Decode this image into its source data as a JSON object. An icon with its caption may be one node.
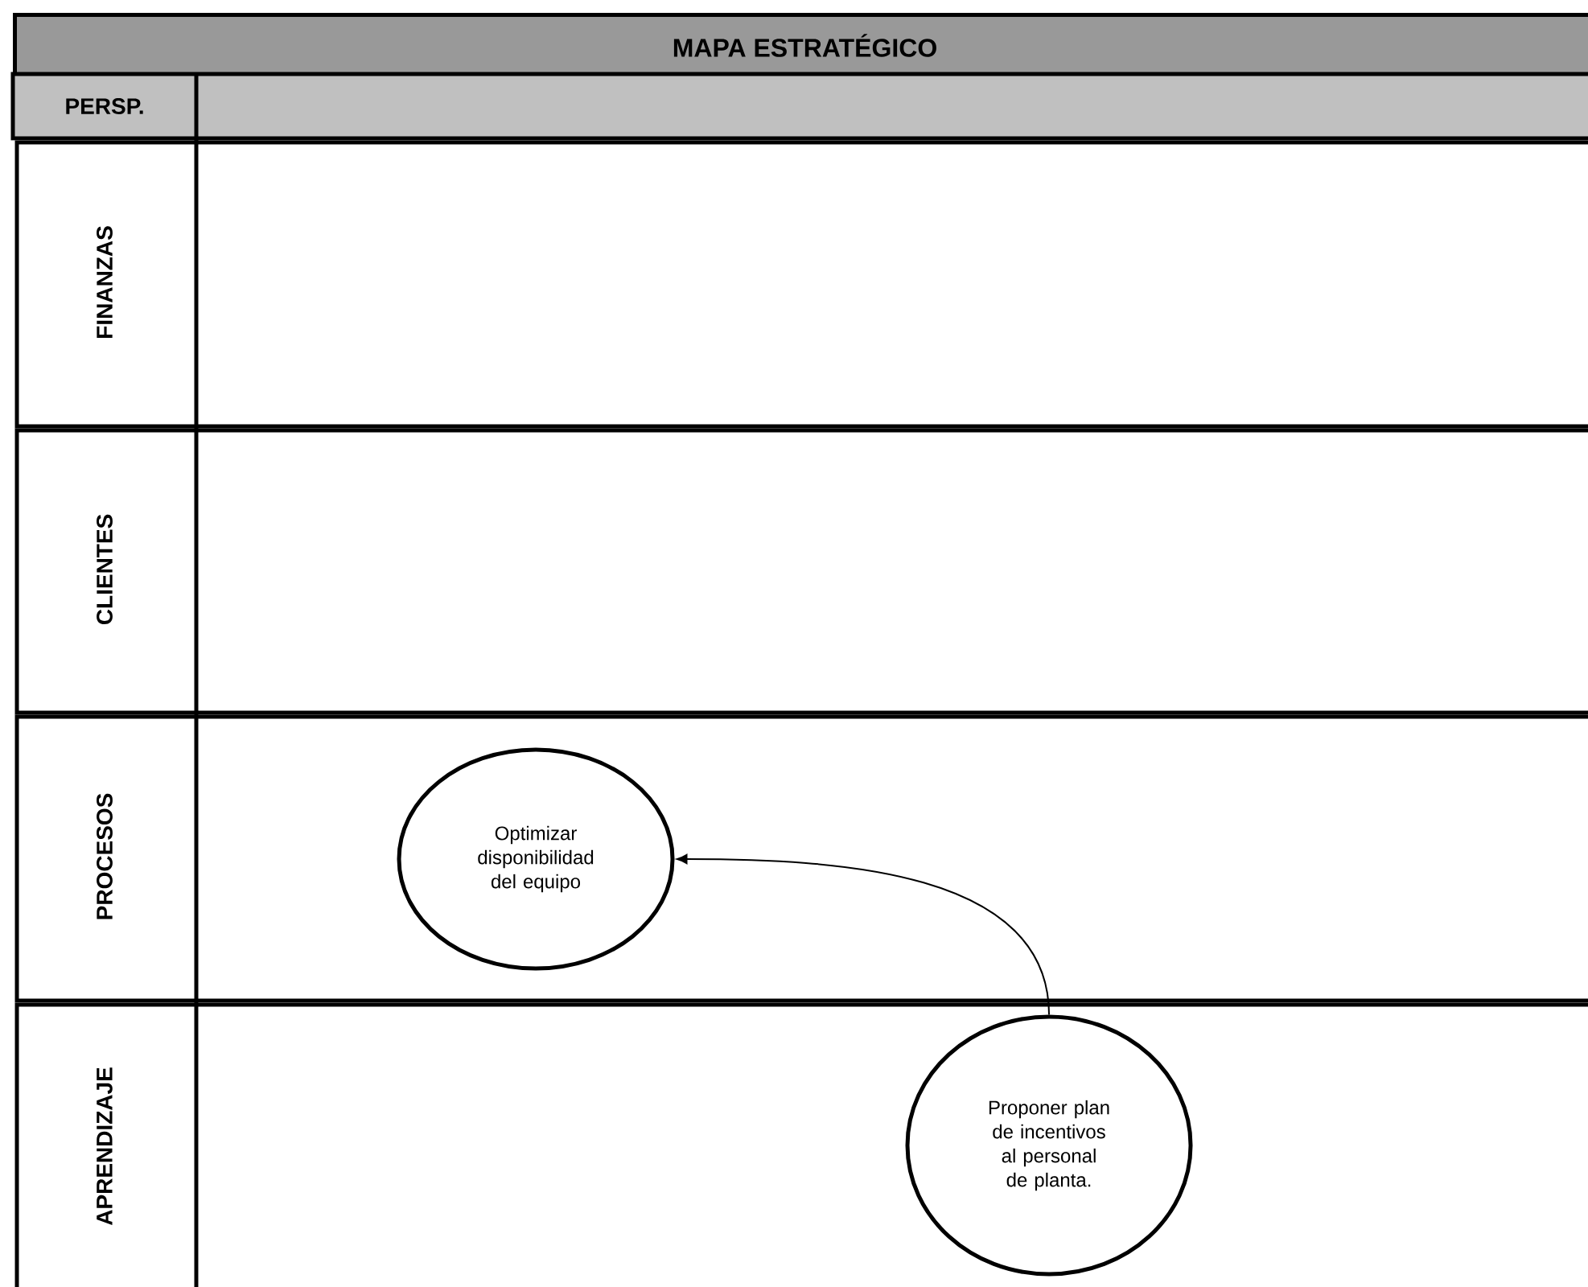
{
  "diagram": {
    "title": "MAPA ESTRATÉGICO",
    "nodes": [
      {
        "text": [
          "FINANZAS"
        ]
      },
      {
        "text": [
          "CLIENTES"
        ]
      },
      {
        "text": [
          "PROCESOS"
        ]
      },
      {
        "text": [
          "APRENDIZAJE"
        ]
      },
      {
        "text": [
          "Optimizar disponibilidad del equipo"
        ],
        "in": 2
      },
      {
        "text": [
          "Proponer plan de incentivos al personal de planta."
        ],
        "in": 3
      }
    ],
    "edges": [
      {
        "from": 5,
        "to": 4,
        "arrow": "to"
      }
    ],
    "labels": [
      "PERSP."
    ]
  }
}
